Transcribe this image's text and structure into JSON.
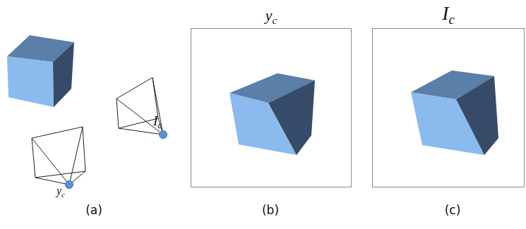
{
  "diagram": {
    "nodes": [
      {
        "text": [
          "yc"
        ]
      },
      {
        "text": [
          "Ic"
        ]
      }
    ],
    "labels": [
      "yc",
      "Ic",
      "(a)",
      "(b)",
      "(c)"
    ]
  }
}
